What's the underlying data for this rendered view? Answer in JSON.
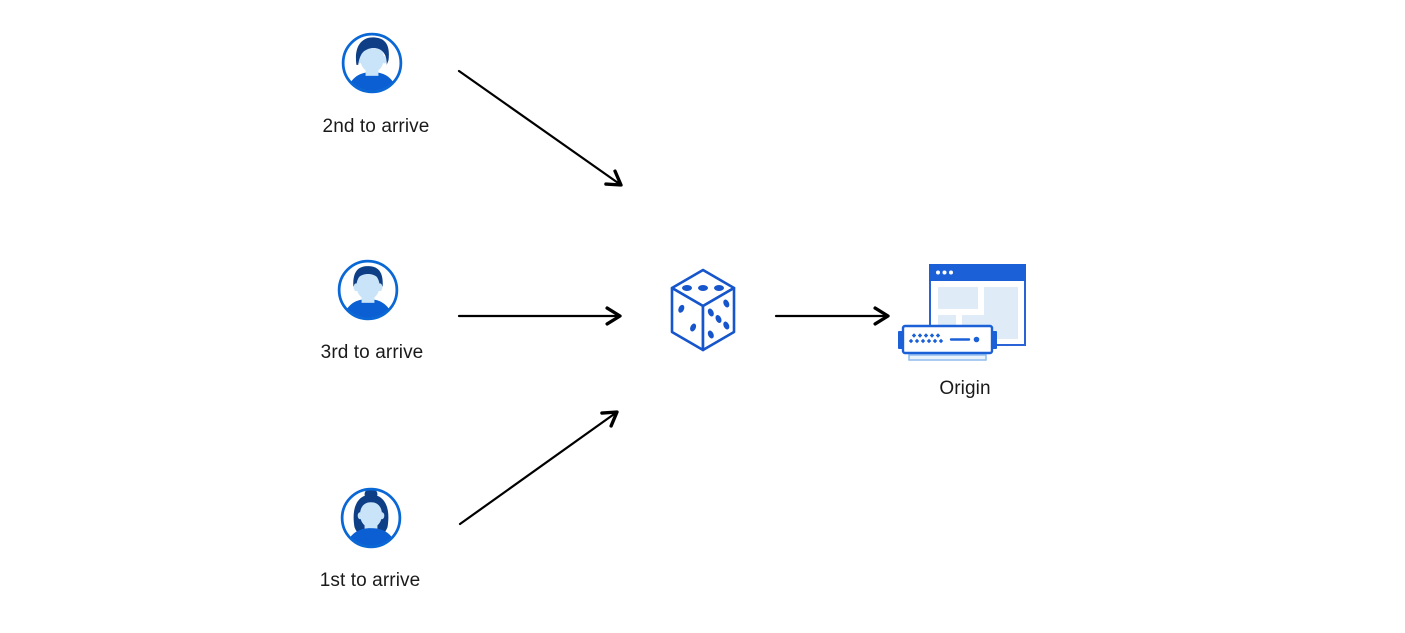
{
  "diagram": {
    "title": "load-balancing-random-steering",
    "nodes": {
      "visitor2": {
        "label": "2nd to arrive",
        "icon": "male-avatar"
      },
      "visitor3": {
        "label": "3rd to arrive",
        "icon": "male-avatar"
      },
      "visitor1": {
        "label": "1st to arrive",
        "icon": "female-avatar"
      },
      "dice": {
        "icon": "dice"
      },
      "origin": {
        "label": "Origin",
        "icon": "browser-and-server"
      }
    },
    "edges": [
      {
        "from": "visitor2",
        "to": "dice"
      },
      {
        "from": "visitor3",
        "to": "dice"
      },
      {
        "from": "visitor1",
        "to": "dice"
      },
      {
        "from": "dice",
        "to": "origin"
      }
    ],
    "colors": {
      "primary_blue": "#1b60d7",
      "dice_blue": "#1655cb",
      "hair_navy": "#0e3e85",
      "face_light_blue": "#c9e4f8",
      "shirt_blue": "#0c5fd2",
      "ring_blue": "#0a68d6",
      "panel_blue": "#dfecf8",
      "arrow_black": "#000000",
      "label_text": "#1a1a1a",
      "background": "#ffffff"
    }
  }
}
